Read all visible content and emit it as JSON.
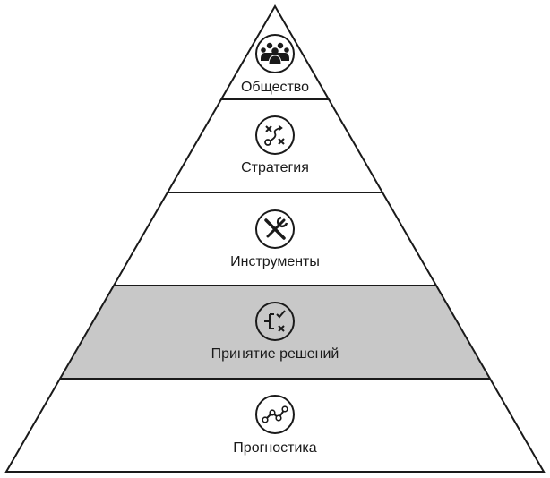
{
  "colors": {
    "stroke": "#1a1a1a",
    "highlight_fill": "#c8c8c8",
    "default_fill": "#ffffff"
  },
  "levels": [
    {
      "label": "Общество",
      "icon": "people-group-icon",
      "highlighted": false
    },
    {
      "label": "Стратегия",
      "icon": "strategy-play-icon",
      "highlighted": false
    },
    {
      "label": "Инструменты",
      "icon": "tools-icon",
      "highlighted": false
    },
    {
      "label": "Принятие решений",
      "icon": "decision-branch-icon",
      "highlighted": true
    },
    {
      "label": "Прогностика",
      "icon": "trend-line-icon",
      "highlighted": false
    }
  ]
}
